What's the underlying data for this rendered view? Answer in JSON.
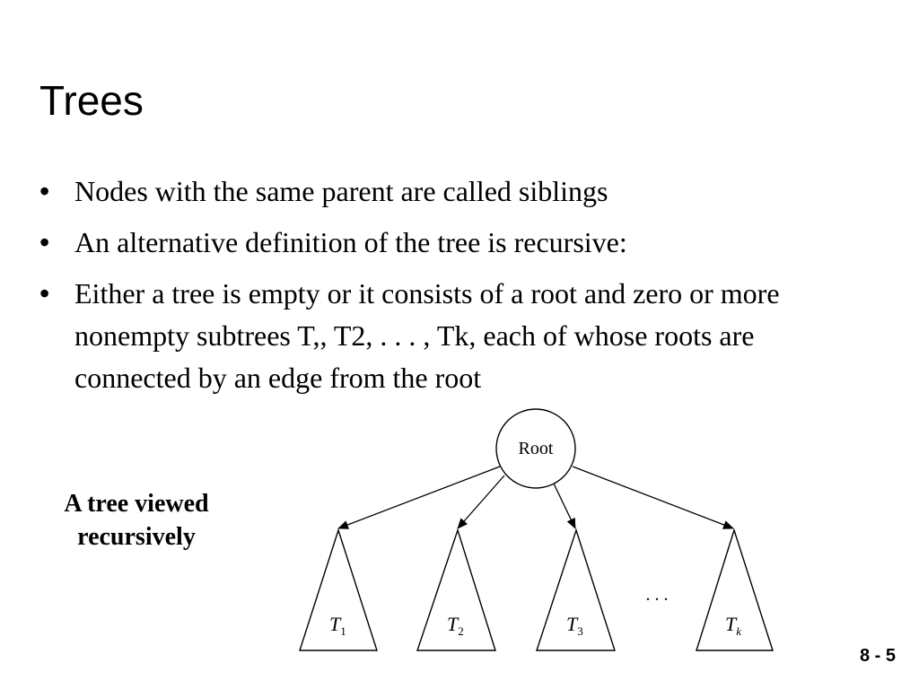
{
  "slide": {
    "title": "Trees",
    "bullets": [
      "Nodes with the same parent are called  siblings",
      "An alternative definition of the tree is recursive:",
      "Either a tree is empty or it consists of a root and zero or more nonempty  subtrees T,, T2,  . . .  , Tk,  each of whose roots are connected by  an edge from the root"
    ],
    "bullet_symbol": "•",
    "caption_line1": "A  tree viewed",
    "caption_line2": "recursively",
    "slide_number": "8 - 5"
  },
  "diagram": {
    "root_label": "Root",
    "subtrees": [
      {
        "letter": "T",
        "sub": "1"
      },
      {
        "letter": "T",
        "sub": "2"
      },
      {
        "letter": "T",
        "sub": "3"
      },
      {
        "letter": "T",
        "sub": "k"
      }
    ],
    "ellipsis": ". . ."
  }
}
